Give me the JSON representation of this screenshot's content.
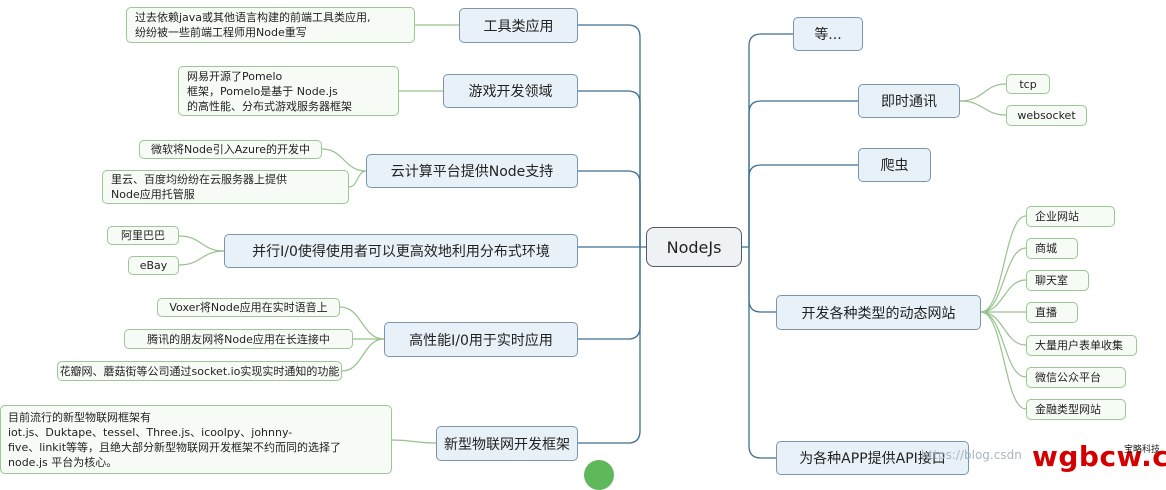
{
  "central": "NodeJs",
  "left": [
    {
      "topic": "工具类应用",
      "details": [
        "过去依赖java或其他语言构建的前端工具类应用,\n纷纷被一些前端工程师用Node重写"
      ]
    },
    {
      "topic": "游戏开发领域",
      "details": [
        "网易开源了Pomelo\n框架，Pomelo是基于 Node.js\n的高性能、分布式游戏服务器框架"
      ]
    },
    {
      "topic": "云计算平台提供Node支持",
      "details": [
        "微软将Node引入Azure的开发中",
        "里云、百度均纷纷在云服务器上提供\nNode应用托管服"
      ]
    },
    {
      "topic": "并行I/0使得使用者可以更高效地利用分布式环境",
      "details": [
        "阿里巴巴",
        "eBay"
      ]
    },
    {
      "topic": "高性能I/0用于实时应用",
      "details": [
        "Voxer将Node应用在实时语音上",
        "腾讯的朋友网将Node应用在长连接中",
        "花瓣网、蘑菇街等公司通过socket.io实现实时通知的功能"
      ]
    },
    {
      "topic": "新型物联网开发框架",
      "details": [
        "目前流行的新型物联网框架有\niot.js、Duktape、tessel、Three.js、icoolpy、johnny-\nfive、linkit等等，且绝大部分新型物联网开发框架不约而同的选择了\nnode.js 平台为核心。"
      ]
    }
  ],
  "right": [
    {
      "topic": "等...",
      "details": []
    },
    {
      "topic": "即时通讯",
      "details": [
        "tcp",
        "websocket"
      ]
    },
    {
      "topic": "爬虫",
      "details": []
    },
    {
      "topic": "开发各种类型的动态网站",
      "details": [
        "企业网站",
        "商城",
        "聊天室",
        "直播",
        "大量用户表单收集",
        "微信公众平台",
        "金融类型网站"
      ]
    },
    {
      "topic": "为各种APP提供API接口",
      "details": []
    }
  ],
  "watermark": {
    "url": "https://blog.csdn",
    "brand": "wgbcw.com",
    "brand_cn": "宝略科技"
  },
  "colors": {
    "topic_bg": "#e9f1f8",
    "topic_border": "#7b95ad",
    "leaf_bg": "#f7fbf6",
    "leaf_border": "#9cc694",
    "line": "#3f6f91",
    "leaf_line": "#97c28e"
  }
}
